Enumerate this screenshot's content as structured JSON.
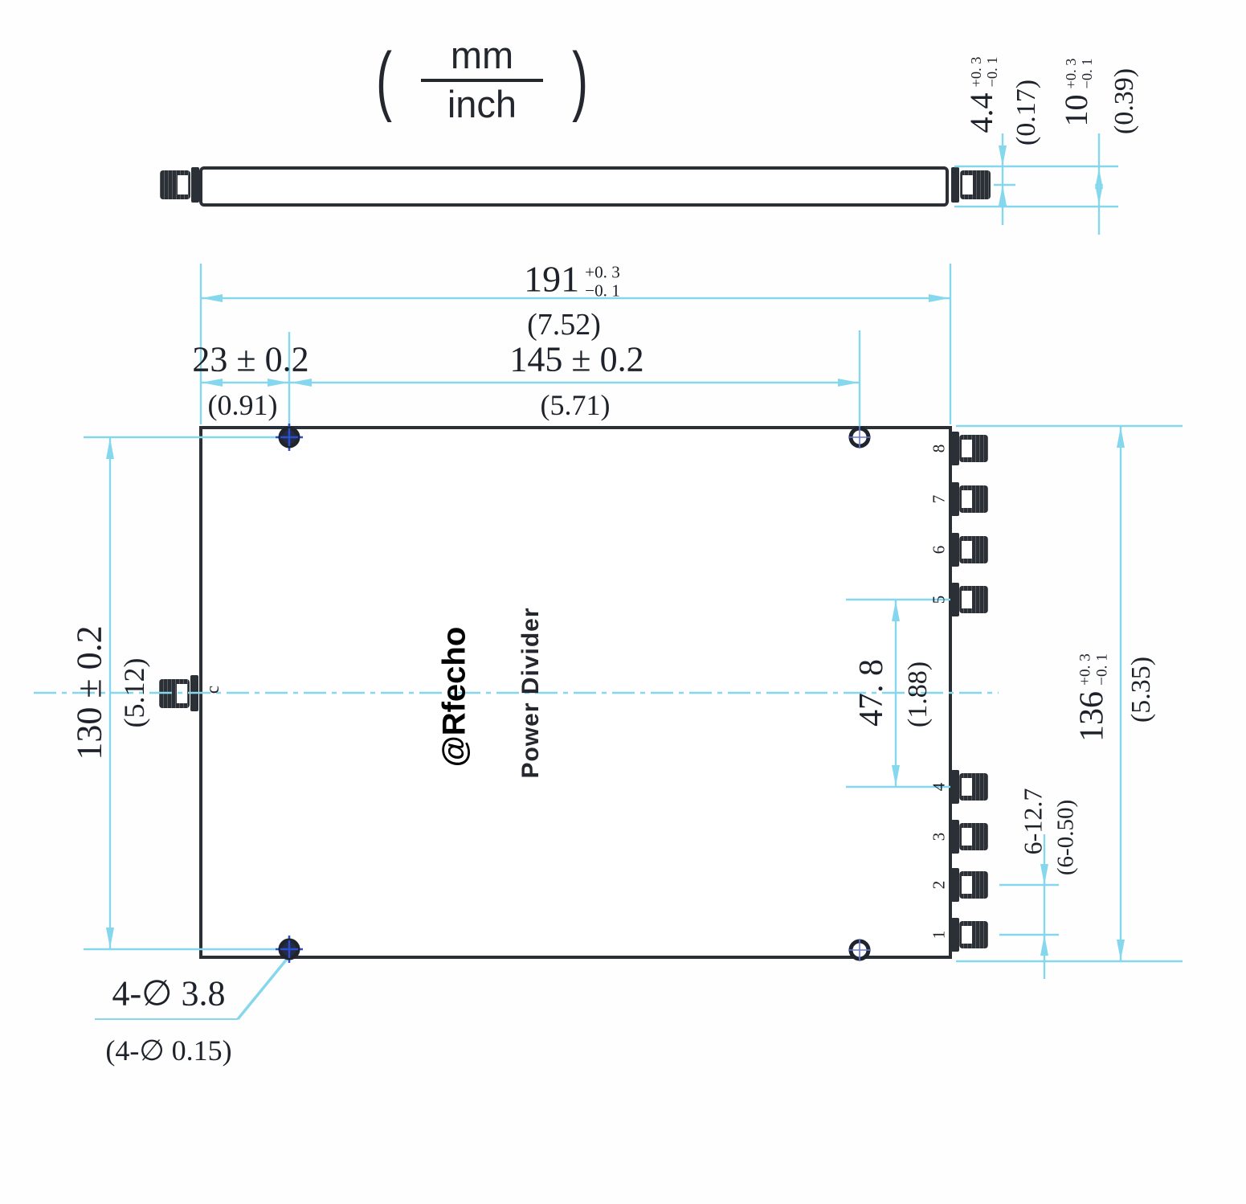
{
  "units": {
    "open_paren": "(",
    "numerator": "mm",
    "denominator": "inch",
    "close_paren": ")"
  },
  "part_labels": {
    "product_name": "Power Divider",
    "watermark": "@Rfecho",
    "input_port_label": "c",
    "output_port_labels": [
      "1",
      "2",
      "3",
      "4",
      "5",
      "6",
      "7",
      "8"
    ]
  },
  "dimensions": {
    "width_191": {
      "mm": "191",
      "tol_plus": "+0. 3",
      "tol_minus": "−0. 1",
      "inch": "(7.52)"
    },
    "offset_23": {
      "mm": "23 ± 0.2",
      "inch": "(0.91)"
    },
    "span_145": {
      "mm": "145 ± 0.2",
      "inch": "(5.71)"
    },
    "height_130": {
      "mm": "130 ± 0.2",
      "inch": "(5.12)"
    },
    "port_gap_47_8": {
      "mm": "47. 8",
      "inch": "(1.88)"
    },
    "port_pitch": {
      "mm": "6-12.7",
      "inch": "(6-0.50)"
    },
    "height_136": {
      "mm": "136",
      "tol_plus": "+0. 3",
      "tol_minus": "−0. 1",
      "inch": "(5.35)"
    },
    "thickness_4_4": {
      "mm": "4.4",
      "tol_plus": "+0. 3",
      "tol_minus": "−0. 1",
      "inch": "(0.17)"
    },
    "thickness_10": {
      "mm": "10",
      "tol_plus": "+0. 3",
      "tol_minus": "−0. 1",
      "inch": "(0.39)"
    },
    "mounting_holes": {
      "mm": "4-∅ 3.8",
      "inch": "(4-∅ 0.15)"
    }
  },
  "colors": {
    "outline": "#2b2f36",
    "dimension_line": "#85d7ee",
    "hole_cross_blue": "#2b4fd0",
    "text": "#1d2129"
  }
}
